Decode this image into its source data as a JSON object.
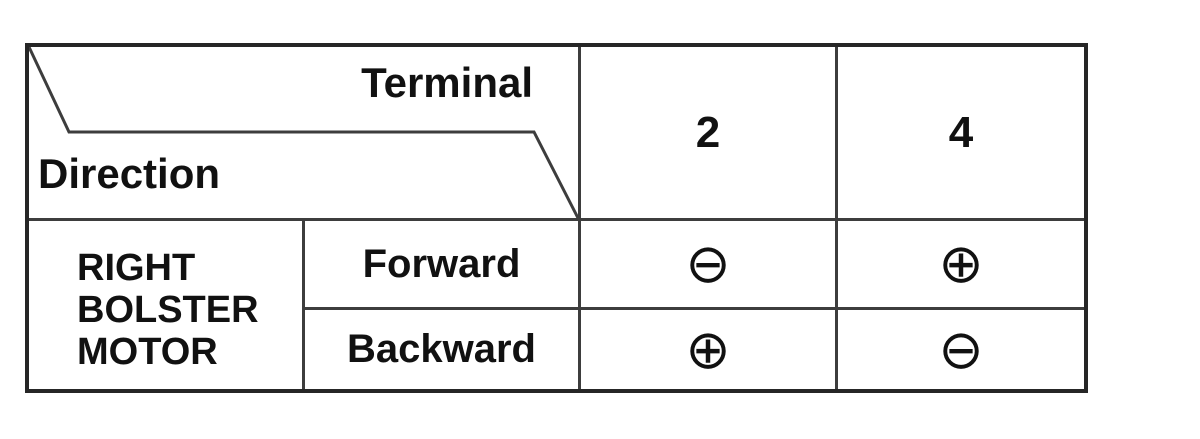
{
  "table": {
    "corner": {
      "top_label": "Terminal",
      "bottom_label": "Direction"
    },
    "column_headers": [
      "2",
      "4"
    ],
    "row_group_label_lines": [
      "RIGHT",
      "BOLSTER",
      "MOTOR"
    ],
    "rows": [
      {
        "direction": "Forward",
        "terminal_2": "⊖",
        "terminal_4": "⊕"
      },
      {
        "direction": "Backward",
        "terminal_2": "⊕",
        "terminal_4": "⊖"
      }
    ],
    "colors": {
      "outer_border": "#262626",
      "inner_line": "#3d3d3d",
      "text": "#111111",
      "background": "#ffffff"
    }
  }
}
